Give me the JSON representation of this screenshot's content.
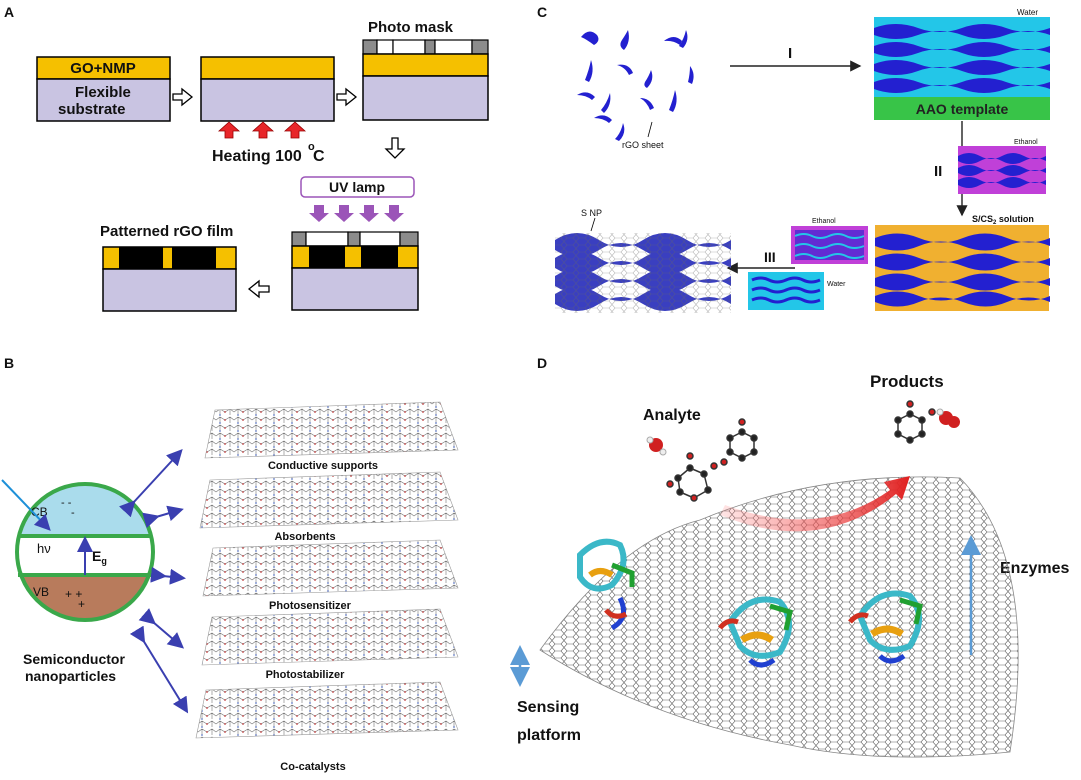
{
  "panels": {
    "a": {
      "letter": "A",
      "go_nmp": "GO+NMP",
      "substrate_line1": "Flexible",
      "substrate_line2": "substrate",
      "photo_mask": "Photo mask",
      "heating": "Heating 100",
      "degree": "o",
      "heating_unit": "C",
      "uv_lamp": "UV lamp",
      "patterned": "Patterned rGO film"
    },
    "b": {
      "letter": "B",
      "cb": "CB",
      "vb": "VB",
      "hv": "hν",
      "eg": "E",
      "eg_sub": "g",
      "semi_line1": "Semiconductor",
      "semi_line2": "nanoparticles",
      "sheets": [
        "Conductive supports",
        "Absorbents",
        "Photosensitizer",
        "Photostabilizer",
        "Co-catalysts"
      ]
    },
    "c": {
      "letter": "C",
      "water_top": "Water",
      "aao": "AAO template",
      "rgo_sheet": "rGO sheet",
      "step1": "I",
      "step2": "II",
      "step3": "III",
      "ethanol_right": "Ethanol",
      "scs2": "S/CS",
      "scs2_sub": "2",
      "scs2_tail": " solution",
      "ethanol_mid": "Ethanol",
      "water_mid": "Water",
      "snp": "S NP"
    },
    "d": {
      "letter": "D",
      "analyte": "Analyte",
      "products": "Products",
      "enzymes": "Enzymes",
      "sensing_line1": "Sensing",
      "sensing_line2": "platform"
    }
  },
  "colors": {
    "go_yellow": "#f5c000",
    "substrate_purple": "#c9c4e2",
    "mask_gray": "#8c8c8c",
    "heat_red": "#e8262a",
    "uv_purple": "#9b55b8",
    "cb_blue": "#aadcec",
    "vb_brown": "#b87b5c",
    "circle_green": "#3aa84a",
    "arrow_blue": "#3a3fb0",
    "cyan_template": "#23c6e8",
    "aao_green": "#38c448",
    "wave_blue": "#2320d0",
    "magenta": "#c040d8",
    "orange": "#f0b030",
    "enzyme_arrow": "#5b9bd5",
    "red_arrow": "#e02020"
  }
}
